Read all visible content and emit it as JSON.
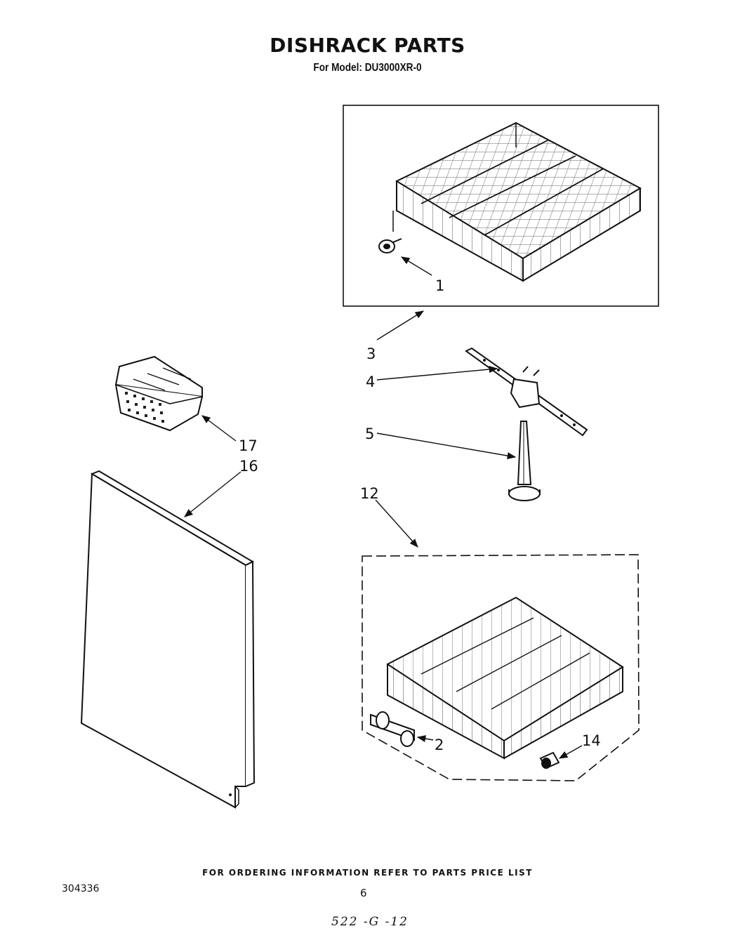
{
  "title": "DISHRACK PARTS",
  "subtitle": "For Model: DU3000XR-0",
  "footer_note": "FOR ORDERING INFORMATION REFER TO PARTS PRICE LIST",
  "doc_number": "304336",
  "page_number": "6",
  "handwritten_note": "522 -G -12",
  "callouts": [
    {
      "id": "c1",
      "label": "1"
    },
    {
      "id": "c3",
      "label": "3"
    },
    {
      "id": "c4",
      "label": "4"
    },
    {
      "id": "c5",
      "label": "5"
    },
    {
      "id": "c12",
      "label": "12"
    },
    {
      "id": "c17",
      "label": "17"
    },
    {
      "id": "c16",
      "label": "16"
    },
    {
      "id": "c2",
      "label": "2"
    },
    {
      "id": "c14",
      "label": "14"
    }
  ]
}
